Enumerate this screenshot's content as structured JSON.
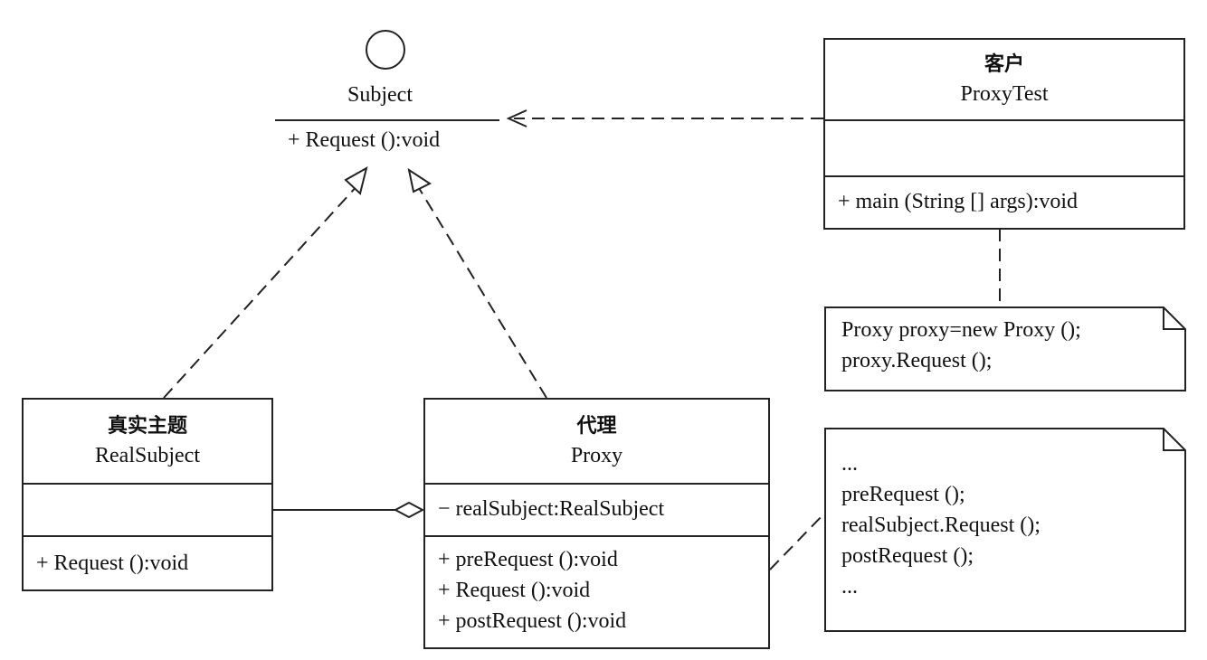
{
  "interface": {
    "name": "Subject",
    "operation": "+ Request ():void"
  },
  "client": {
    "title_cn": "客户",
    "title_en": "ProxyTest",
    "attributes": [],
    "operations": [
      "+ main (String [] args):void"
    ]
  },
  "real_subject": {
    "title_cn": "真实主题",
    "title_en": "RealSubject",
    "attributes": [],
    "operations": [
      "+ Request ():void"
    ]
  },
  "proxy": {
    "title_cn": "代理",
    "title_en": "Proxy",
    "attributes": [
      "− realSubject:RealSubject"
    ],
    "operations": [
      "+ preRequest ():void",
      "+ Request ():void",
      "+ postRequest ():void"
    ]
  },
  "note_client": {
    "lines": [
      "Proxy proxy=new Proxy ();",
      "proxy.Request ();"
    ]
  },
  "note_proxy": {
    "lines": [
      "...",
      "preRequest ();",
      "realSubject.Request ();",
      "postRequest ();",
      "..."
    ]
  },
  "colors": {
    "stroke": "#222222",
    "background": "#ffffff"
  }
}
